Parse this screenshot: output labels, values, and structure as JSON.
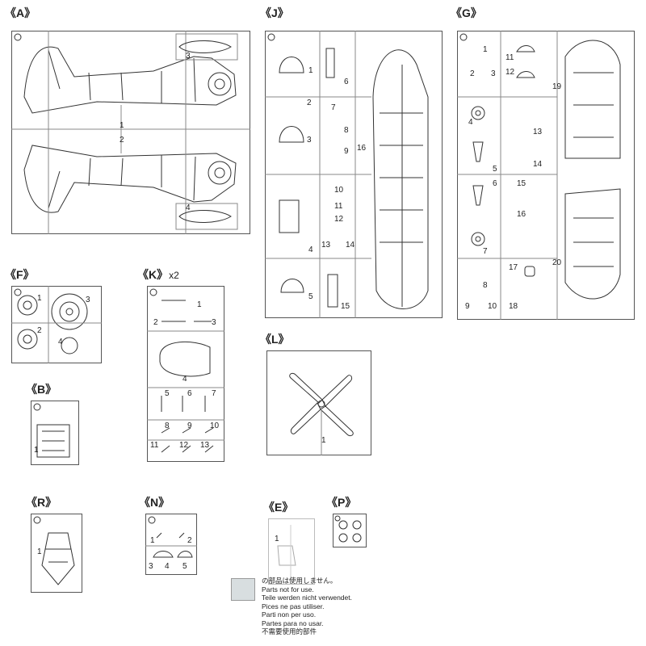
{
  "sprues": {
    "A": {
      "label": "《A》",
      "parts": [
        "1",
        "2",
        "3",
        "4"
      ]
    },
    "J": {
      "label": "《J》",
      "parts": [
        "1",
        "2",
        "3",
        "4",
        "5",
        "6",
        "7",
        "8",
        "9",
        "10",
        "11",
        "12",
        "13",
        "14",
        "15",
        "16"
      ]
    },
    "G": {
      "label": "《G》",
      "parts": [
        "1",
        "2",
        "3",
        "4",
        "5",
        "6",
        "7",
        "8",
        "9",
        "10",
        "11",
        "12",
        "13",
        "14",
        "15",
        "16",
        "17",
        "18",
        "19",
        "20"
      ]
    },
    "F": {
      "label": "《F》",
      "parts": [
        "1",
        "2",
        "3",
        "4"
      ]
    },
    "K": {
      "label": "《K》",
      "suffix": "x2",
      "parts": [
        "1",
        "2",
        "3",
        "4",
        "5",
        "6",
        "7",
        "8",
        "9",
        "10",
        "11",
        "12",
        "13"
      ]
    },
    "B": {
      "label": "《B》",
      "parts": [
        "1"
      ]
    },
    "L": {
      "label": "《L》",
      "parts": [
        "1"
      ]
    },
    "R": {
      "label": "《R》",
      "parts": [
        "1"
      ]
    },
    "N": {
      "label": "《N》",
      "parts": [
        "1",
        "2",
        "3",
        "4",
        "5"
      ]
    },
    "E": {
      "label": "《E》",
      "parts": [
        "1"
      ]
    },
    "P": {
      "label": "《P》",
      "parts": []
    }
  },
  "legend": {
    "lines": [
      "の部品は使用しません。",
      "Parts not for use.",
      "Teile werden nicht verwendet.",
      "Pices   ne pas utiliser.",
      "Parti non per uso.",
      "Partes para no usar.",
      "不需要使用的部件"
    ],
    "swatch_color": "#d8dee0"
  }
}
